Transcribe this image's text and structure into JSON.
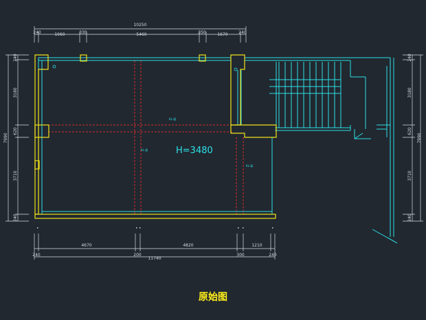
{
  "drawing": {
    "title": "原始图",
    "height_label": "H=3480",
    "top_dims": {
      "total": "10250",
      "segments": [
        "240",
        "1960",
        "330",
        "5460",
        "350",
        "1670",
        "240"
      ]
    },
    "bottom_dims": {
      "segments": [
        "4670",
        "4820",
        "1210"
      ],
      "lower": [
        "240",
        "200",
        "300",
        "240"
      ],
      "total": "11740"
    },
    "left_dims": {
      "total": "7990",
      "segments": [
        "240",
        "3180",
        "620",
        "3710",
        "240"
      ]
    },
    "right_dims": {
      "total": "7990",
      "segments": [
        "240",
        "3180",
        "620",
        "3710",
        "240"
      ]
    },
    "beam_tags": [
      "KL-梁",
      "KL-梁",
      "KL-梁"
    ],
    "colors": {
      "background": "#212830",
      "wall": "#2de0e6",
      "column": "#f2e21a",
      "beam": "#d62a2a",
      "dimension": "#d8dde2"
    }
  }
}
